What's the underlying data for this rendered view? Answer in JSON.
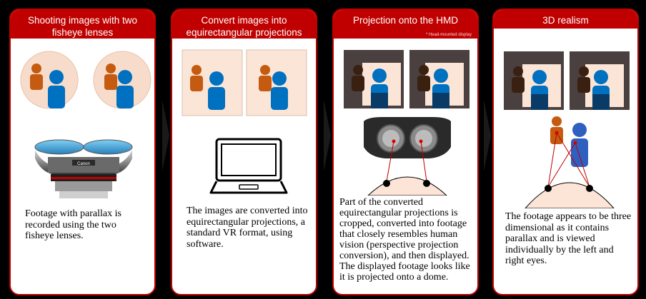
{
  "colors": {
    "accent": "#c00000",
    "header_text": "#ffffff",
    "person_orange": "#c55a11",
    "person_blue": "#0070c0",
    "lens_bg": "#f8dccb",
    "crop_bg": "#fbe5d6",
    "dark_frame": "#4a4040"
  },
  "panels": [
    {
      "title": "Shooting images with two fisheye lenses",
      "text": "Footage with parallax is recorded using the two fisheye lenses."
    },
    {
      "title": "Convert images into equirectangular projections",
      "text": "The images are converted into equirectangular projections, a standard VR format, using software."
    },
    {
      "title": "Projection onto the HMD",
      "subtitle": "* Head-mounted display",
      "text": "Part of the converted equirectangular projections is cropped, converted into footage that closely resembles human vision (perspective projection conversion), and then displayed. The displayed footage looks like it is projected onto a dome."
    },
    {
      "title": "3D realism",
      "text": "The footage appears to be three dimensional as it contains parallax and is viewed individually by the left and right eyes."
    }
  ],
  "camera": {
    "brand": "Canon"
  },
  "icons": [
    "fisheye-camera-icon",
    "laptop-icon",
    "vr-headset-icon",
    "head-icon"
  ]
}
